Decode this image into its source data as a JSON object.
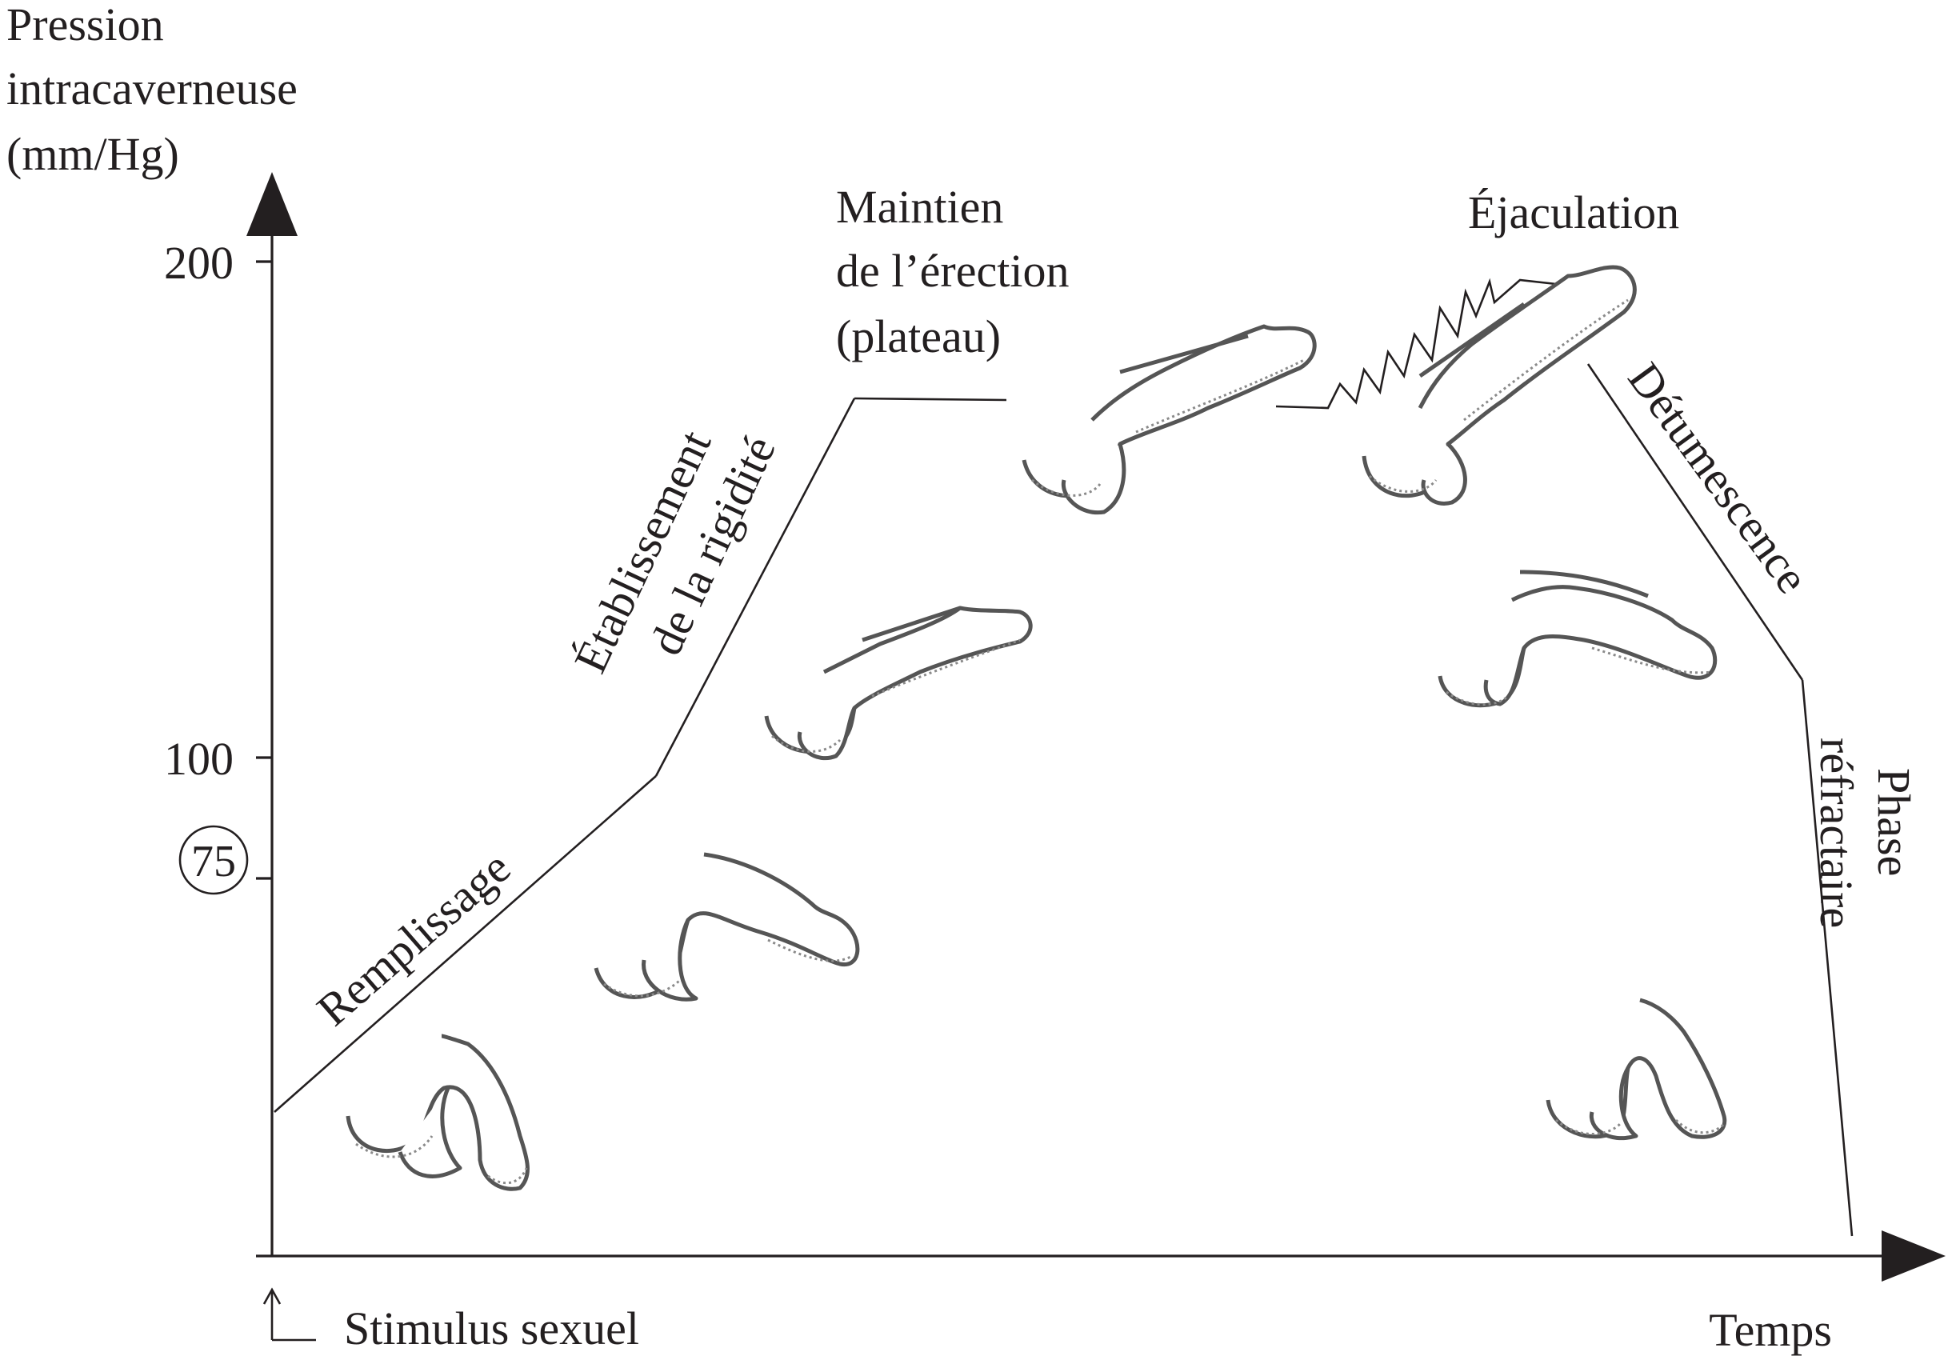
{
  "y_axis": {
    "label_lines": [
      "Pression",
      "intracaverneuse",
      "(mm/Hg)"
    ],
    "ticks": [
      "200",
      "100",
      "75"
    ],
    "highlighted_tick": "75"
  },
  "x_axis": {
    "label": "Temps",
    "start_label": "Stimulus sexuel"
  },
  "phases": {
    "filling": "Remplissage",
    "rigidity_lines": [
      "Établissement",
      "de la rigidité"
    ],
    "plateau_lines": [
      "Maintien",
      "de l’érection",
      "(plateau)"
    ],
    "ejaculation": "Éjaculation",
    "detumescence": "Détumescence",
    "refractory_lines": [
      "Phase",
      "réfractaire"
    ]
  },
  "illustrations": [
    "flaccid-penis-illustration",
    "filling-penis-illustration",
    "rigidity-penis-illustration",
    "full-erection-penis-illustration",
    "ejaculation-penis-illustration",
    "detumescence-penis-illustration",
    "refractory-penis-illustration"
  ],
  "colors": {
    "ink": "#231f20",
    "sketch": "#555555"
  }
}
